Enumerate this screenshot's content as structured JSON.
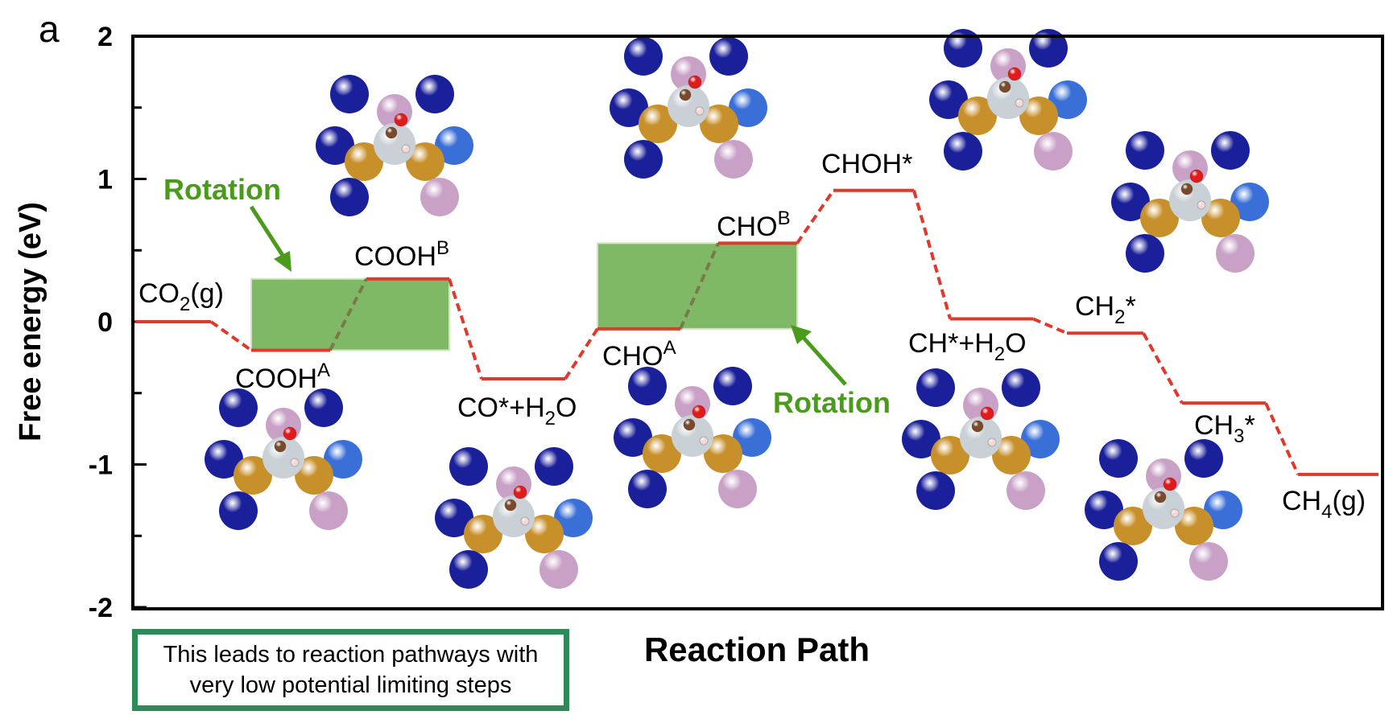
{
  "panel_label": "a",
  "note": {
    "line1": "This leads to reaction pathways with",
    "line2": "very low potential limiting steps"
  },
  "annotations": {
    "rotation_left": "Rotation",
    "rotation_right": "Rotation"
  },
  "colors": {
    "path": "#e0392b",
    "rotation_box": "#6aad4a",
    "rotation_text": "#4a9a1c",
    "note_border": "#2e8b57",
    "atom_dark_blue": "#1a1f9a",
    "atom_light_blue": "#3a6fd8",
    "atom_pink": "#c9a1c7",
    "atom_gold": "#c8902a",
    "atom_grey": "#c9d1d6",
    "atom_carbon": "#7a4a2c",
    "atom_oxygen": "#e11a1a",
    "atom_hydrogen": "#f3d8d8"
  },
  "chart_data": {
    "type": "line",
    "subtype": "free-energy step diagram",
    "xlabel": "Reaction Path",
    "ylabel": "Free energy (eV)",
    "ylim": [
      -2,
      2
    ],
    "yticks": [
      "-2",
      "-1",
      "0",
      "1",
      "2"
    ],
    "grid": false,
    "steps": [
      {
        "base": "CO",
        "sub": "2",
        "sup": "",
        "suffix": "(g)",
        "value": 0.0
      },
      {
        "base": "COOH",
        "sub": "",
        "sup": "A",
        "suffix": "",
        "value": -0.2
      },
      {
        "base": "COOH",
        "sub": "",
        "sup": "B",
        "suffix": "",
        "value": 0.3
      },
      {
        "base": "CO*+H",
        "sub": "2",
        "sup": "",
        "suffix": "O",
        "value": -0.4
      },
      {
        "base": "CHO",
        "sub": "",
        "sup": "A",
        "suffix": "",
        "value": -0.05
      },
      {
        "base": "CHO",
        "sub": "",
        "sup": "B",
        "suffix": "",
        "value": 0.55
      },
      {
        "base": "CHOH*",
        "sub": "",
        "sup": "",
        "suffix": "",
        "value": 0.92
      },
      {
        "base": "CH*+H",
        "sub": "2",
        "sup": "",
        "suffix": "O",
        "value": 0.02
      },
      {
        "base": "CH",
        "sub": "2",
        "sup": "",
        "suffix": "*",
        "value": -0.08
      },
      {
        "base": "CH",
        "sub": "3",
        "sup": "",
        "suffix": "*",
        "value": -0.57
      },
      {
        "base": "CH",
        "sub": "4",
        "sup": "",
        "suffix": "(g)",
        "value": -1.07
      }
    ],
    "rotation_steps": [
      [
        1,
        2
      ],
      [
        4,
        5
      ]
    ]
  }
}
